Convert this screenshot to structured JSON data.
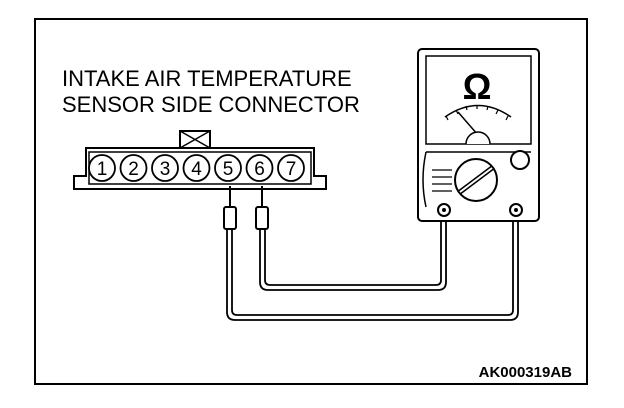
{
  "title_line1": "INTAKE AIR TEMPERATURE",
  "title_line2": "SENSOR SIDE CONNECTOR",
  "pins": [
    "1",
    "2",
    "3",
    "4",
    "5",
    "6",
    "7"
  ],
  "meter_symbol": "Ω",
  "ref_code": "AK000319AB",
  "icons": [
    "lock-tab-icon",
    "ohmmeter-icon",
    "probe-icon",
    "selector-dial-icon"
  ]
}
